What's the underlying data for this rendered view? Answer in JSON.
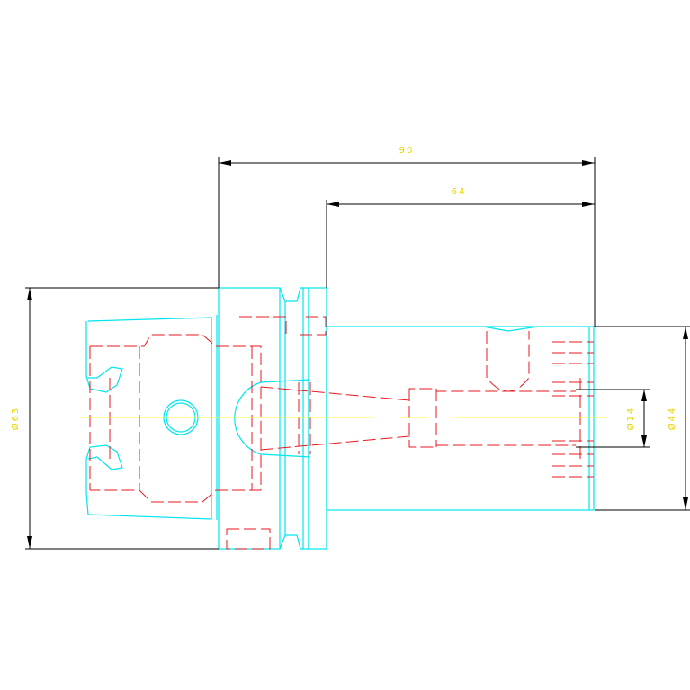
{
  "drawing": {
    "colors": {
      "background": "#ffffff",
      "outline": "#00e5ee",
      "hidden_lines": "#e8181f",
      "center_line": "#ffff33",
      "dimension_lines": "#000000",
      "dimension_text": "#e6d400"
    },
    "dimensions": {
      "overall_length": "90",
      "shank_length": "64",
      "flange_diameter": "Ø63",
      "shank_diameter": "Ø44",
      "bore_diameter": "Ø14"
    }
  }
}
